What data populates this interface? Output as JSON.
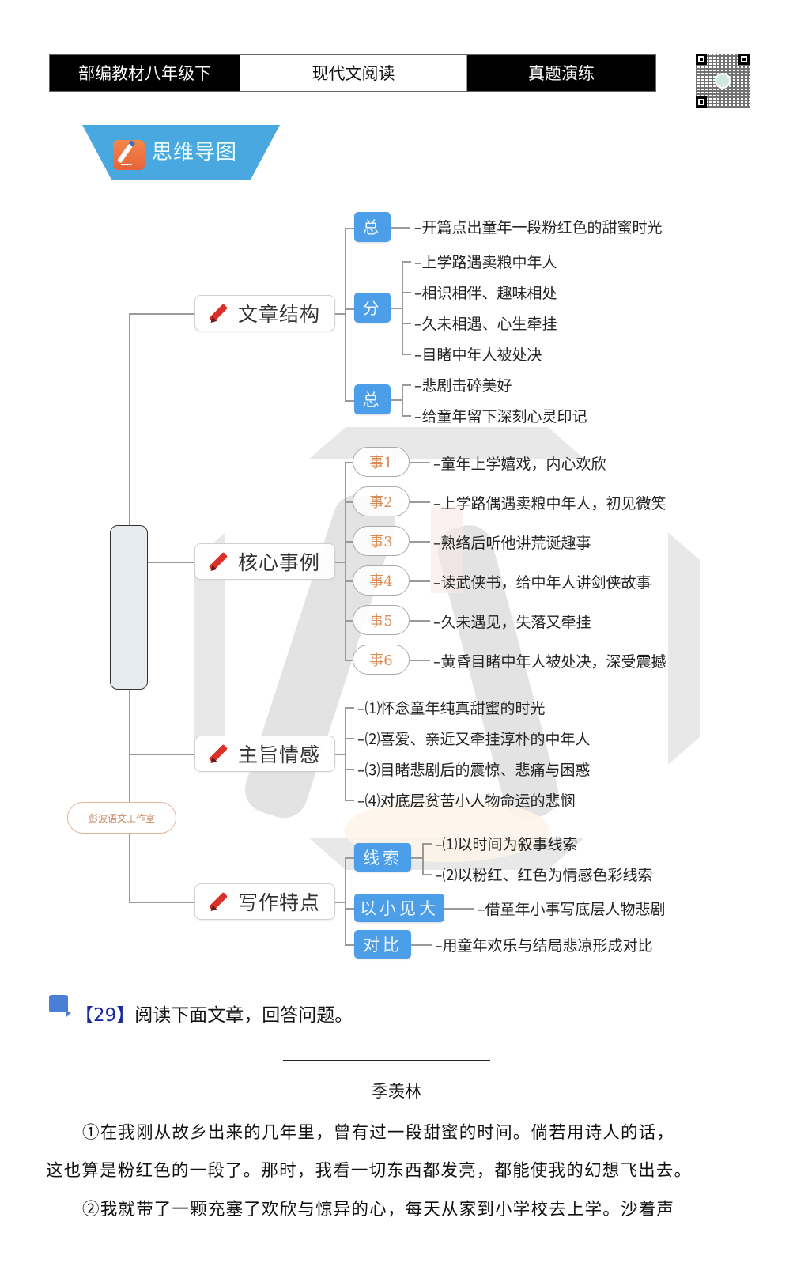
{
  "header": {
    "tabs": [
      "部编教材八年级下",
      "现代文阅读",
      "真题演练"
    ],
    "qr_code": "qr-code"
  },
  "banner": {
    "title": "思维导图",
    "icon": "pencil-note-icon"
  },
  "mindmap": {
    "root_label": "",
    "brand": "彭波语文工作室",
    "branches": [
      {
        "label": "文章结构",
        "groups": [
          {
            "tag": "总",
            "items": [
              "–开篇点出童年一段粉红色的甜蜜时光"
            ]
          },
          {
            "tag": "分",
            "items": [
              "–上学路遇卖粮中年人",
              "–相识相伴、趣味相处",
              "–久未相遇、心生牵挂",
              "–目睹中年人被处决"
            ]
          },
          {
            "tag": "总",
            "items": [
              "–悲剧击碎美好",
              "–给童年留下深刻心灵印记"
            ]
          }
        ]
      },
      {
        "label": "核心事例",
        "events": [
          {
            "tag": "事1",
            "text": "–童年上学嬉戏，内心欢欣"
          },
          {
            "tag": "事2",
            "text": "–上学路偶遇卖粮中年人，初见微笑"
          },
          {
            "tag": "事3",
            "text": "–熟络后听他讲荒诞趣事"
          },
          {
            "tag": "事4",
            "text": "–读武侠书，给中年人讲剑侠故事"
          },
          {
            "tag": "事5",
            "text": "–久未遇见，失落又牵挂"
          },
          {
            "tag": "事6",
            "text": "–黄昏目睹中年人被处决，深受震撼"
          }
        ]
      },
      {
        "label": "主旨情感",
        "items": [
          "–⑴怀念童年纯真甜蜜的时光",
          "–⑵喜爱、亲近又牵挂淳朴的中年人",
          "–⑶目睹悲剧后的震惊、悲痛与困惑",
          "–⑷对底层贫苦小人物命运的悲悯"
        ]
      },
      {
        "label": "写作特点",
        "groups": [
          {
            "tag": "线索",
            "items": [
              "–⑴以时间为叙事线索",
              "–⑵以粉红、红色为情感色彩线索"
            ]
          },
          {
            "tag": "以小见大",
            "items": [
              "–借童年小事写底层人物悲剧"
            ]
          },
          {
            "tag": "对比",
            "items": [
              "–用童年欢乐与结局悲凉形成对比"
            ]
          }
        ]
      }
    ]
  },
  "question": {
    "number": "【29】",
    "prompt": "阅读下面文章，回答问题。",
    "title_blank": "",
    "author": "季羡林",
    "paragraphs": [
      "①在我刚从故乡出来的几年里，曾有过一段甜蜜的时间。倘若用诗人的话，",
      "这也算是粉红色的一段了。那时，我看一切东西都发亮，都能使我的幻想飞出去。",
      "②我就带了一颗充塞了欢欣与惊异的心，每天从家到小学校去上学。沙着声"
    ]
  },
  "colors": {
    "header_dark": "#000000",
    "banner_blue": "#4aa8e0",
    "tag_blue": "#4d9ee8",
    "event_text": "#d98b55",
    "pencil_red": "#d9302b",
    "question_num": "#1a2aa0"
  }
}
